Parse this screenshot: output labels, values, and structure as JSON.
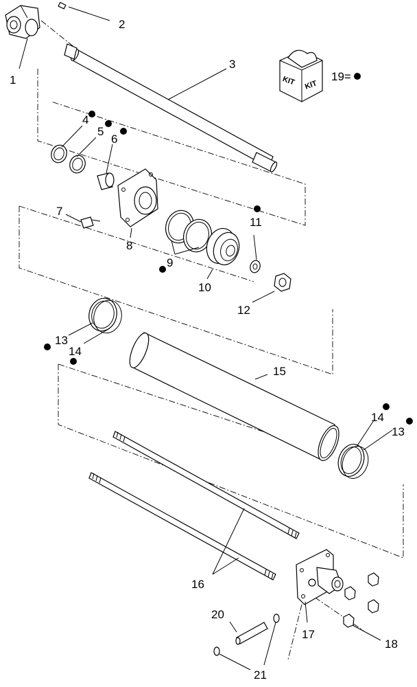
{
  "parts": [
    {
      "num": "1"
    },
    {
      "num": "2"
    },
    {
      "num": "3"
    },
    {
      "num": "4"
    },
    {
      "num": "5"
    },
    {
      "num": "6"
    },
    {
      "num": "7"
    },
    {
      "num": "8"
    },
    {
      "num": "9"
    },
    {
      "num": "10"
    },
    {
      "num": "11"
    },
    {
      "num": "12"
    },
    {
      "num": "13"
    },
    {
      "num": "14"
    },
    {
      "num": "15"
    },
    {
      "num": "16"
    },
    {
      "num": "17"
    },
    {
      "num": "18"
    },
    {
      "num": "19"
    },
    {
      "num": "20"
    },
    {
      "num": "21"
    }
  ],
  "kit": {
    "box_text": "KIT",
    "label": "19="
  }
}
